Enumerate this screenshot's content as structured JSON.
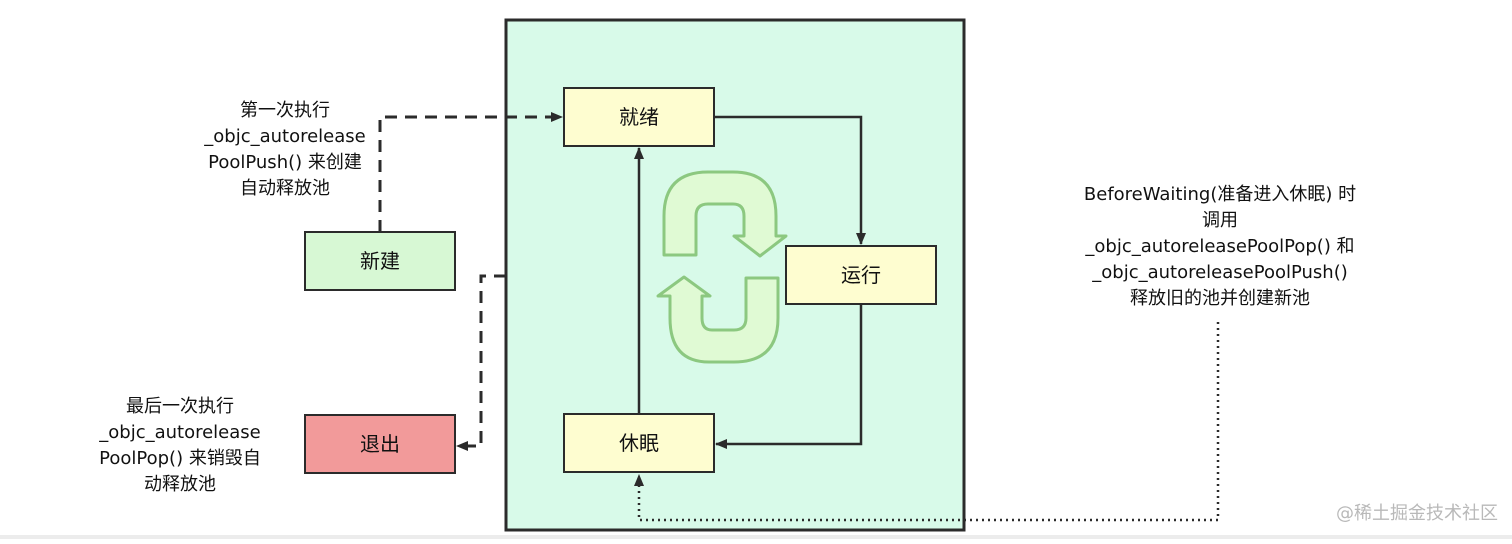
{
  "nodes": {
    "ready": "就绪",
    "running": "运行",
    "sleeping": "休眠",
    "new": "新建",
    "exit": "退出"
  },
  "notes": {
    "first_run": [
      "第一次执行",
      "_objc_autorelease",
      "PoolPush() 来创建",
      "自动释放池"
    ],
    "last_run": [
      "最后一次执行",
      "_objc_autorelease",
      "PoolPop() 来销毁自",
      "动释放池"
    ],
    "before_waiting": [
      "BeforeWaiting(准备进入休眠) 时",
      "调用",
      "_objc_autoreleasePoolPop() 和",
      "_objc_autoreleasePoolPush()",
      "释放旧的池并创建新池"
    ]
  },
  "watermark": "@稀土掘金技术社区",
  "colors": {
    "container_fill": "#d8fae9",
    "state_fill": "#fefdd0",
    "new_fill": "#d7f8d4",
    "exit_fill": "#f29a9a",
    "cycle_arrow_fill": "#e0fad4",
    "cycle_arrow_stroke": "#8cc880",
    "line": "#2b2b2b"
  }
}
